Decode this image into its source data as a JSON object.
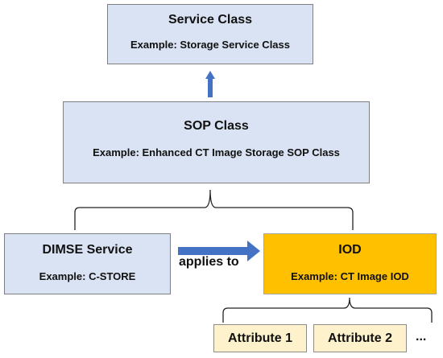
{
  "service_class": {
    "title": "Service Class",
    "example": "Example: Storage Service Class"
  },
  "sop_class": {
    "title": "SOP Class",
    "example": "Example: Enhanced CT Image Storage SOP Class"
  },
  "dimse_service": {
    "title": "DIMSE Service",
    "example": "Example: C-STORE"
  },
  "iod": {
    "title": "IOD",
    "example": "Example: CT Image IOD"
  },
  "relation_label": "applies to",
  "attributes": [
    "Attribute 1",
    "Attribute 2"
  ],
  "more_indicator": "...",
  "colors": {
    "class_box_fill": "#dae3f3",
    "iod_box_fill": "#ffc000",
    "attribute_box_fill": "#fdf2cc",
    "arrow_fill": "#4472c4"
  }
}
